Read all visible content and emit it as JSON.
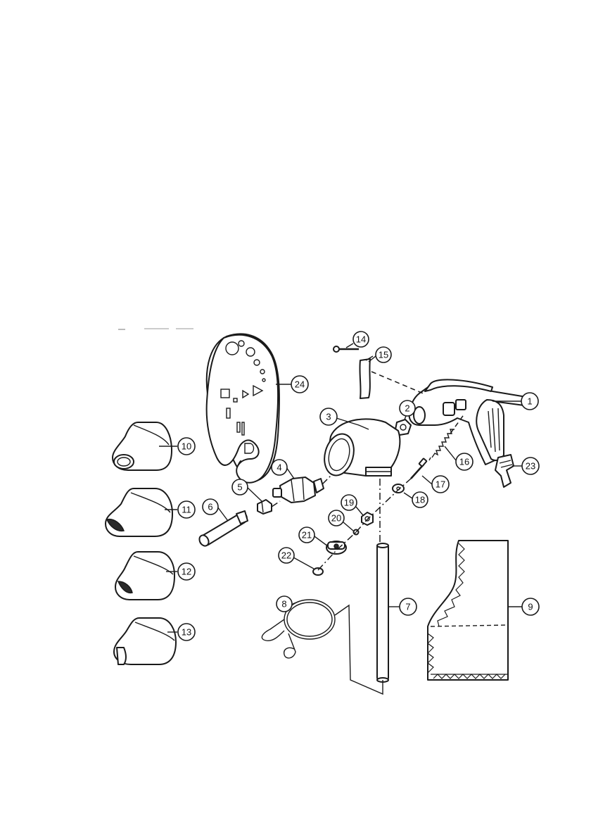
{
  "callouts": [
    {
      "id": "p1",
      "label": "1"
    },
    {
      "id": "p2",
      "label": "2"
    },
    {
      "id": "p3",
      "label": "3"
    },
    {
      "id": "p4",
      "label": "4"
    },
    {
      "id": "p5",
      "label": "5"
    },
    {
      "id": "p6",
      "label": "6"
    },
    {
      "id": "p7",
      "label": "7"
    },
    {
      "id": "p8",
      "label": "8"
    },
    {
      "id": "p9",
      "label": "9"
    },
    {
      "id": "p10",
      "label": "10"
    },
    {
      "id": "p11",
      "label": "11"
    },
    {
      "id": "p12",
      "label": "12"
    },
    {
      "id": "p13",
      "label": "13"
    },
    {
      "id": "p14",
      "label": "14"
    },
    {
      "id": "p15",
      "label": "15"
    },
    {
      "id": "p16",
      "label": "16"
    },
    {
      "id": "p17",
      "label": "17"
    },
    {
      "id": "p18",
      "label": "18"
    },
    {
      "id": "p19",
      "label": "19"
    },
    {
      "id": "p20",
      "label": "20"
    },
    {
      "id": "p21",
      "label": "21"
    },
    {
      "id": "p22",
      "label": "22"
    },
    {
      "id": "p23",
      "label": "23"
    },
    {
      "id": "p24",
      "label": "24"
    }
  ]
}
